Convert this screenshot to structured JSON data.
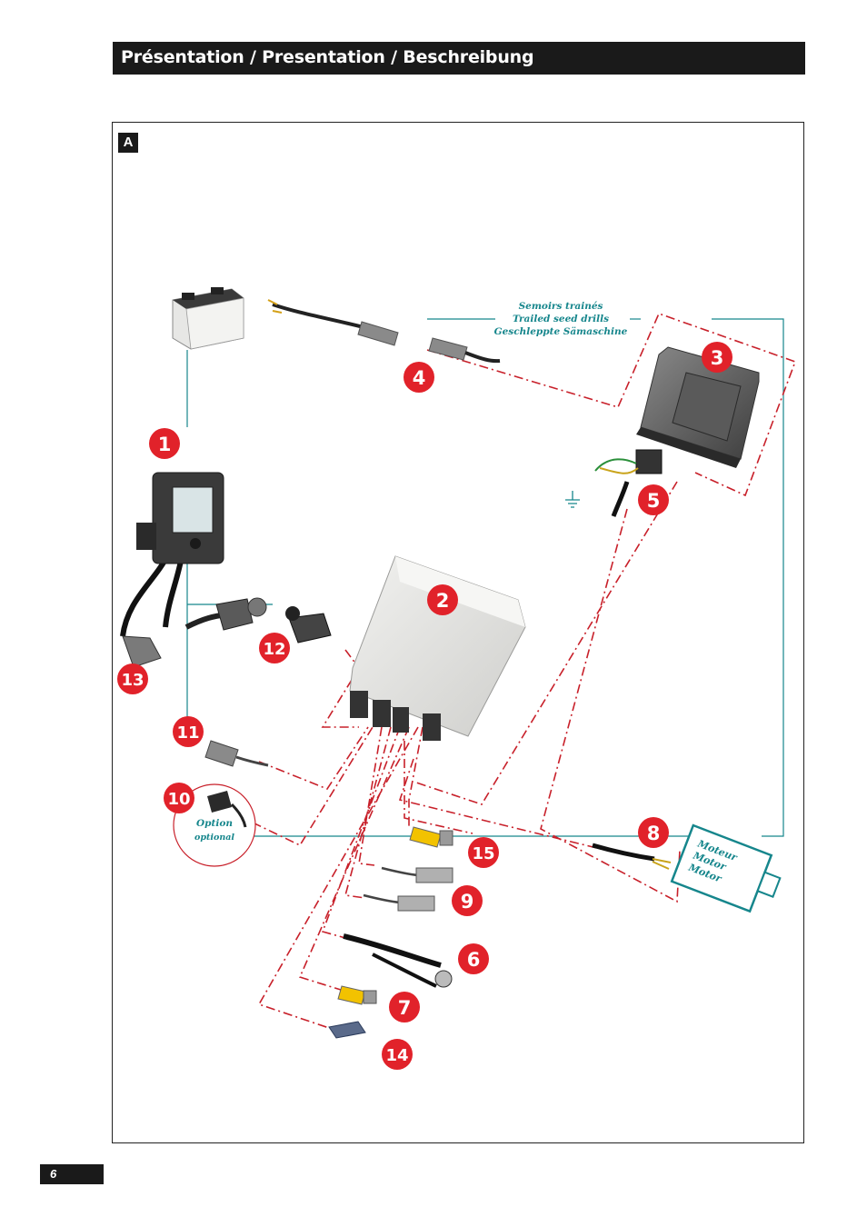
{
  "header": {
    "title": "Présentation / Presentation / Beschreibung"
  },
  "section": {
    "label": "A"
  },
  "page": {
    "number": "6"
  },
  "diagram": {
    "seed_drills_label": [
      "Semoirs trainés",
      "Trailed seed drills",
      "Geschleppte Sämaschine"
    ],
    "option_label": [
      "Option",
      "optional"
    ],
    "motor_label": [
      "Moteur",
      "Motor",
      "Motor"
    ],
    "callouts": [
      "1",
      "2",
      "3",
      "4",
      "5",
      "6",
      "7",
      "8",
      "9",
      "10",
      "11",
      "12",
      "13",
      "14",
      "15"
    ]
  },
  "colors": {
    "callout": "#e1222a",
    "teal": "#16868c",
    "wire": "#c8202a",
    "header": "#1a1a1a"
  }
}
